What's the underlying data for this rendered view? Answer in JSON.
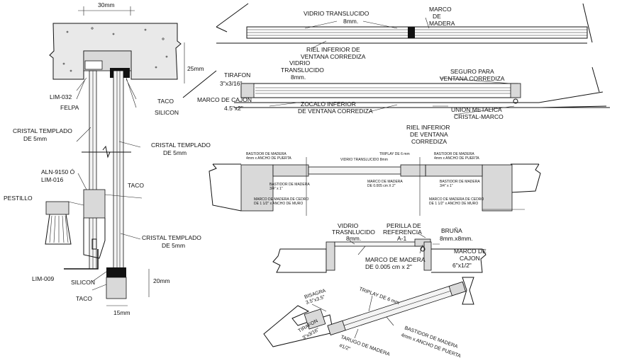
{
  "labels": {
    "dim_30mm": "30mm",
    "dim_25mm": "25mm",
    "dim_20mm": "20mm",
    "dim_15mm": "15mm",
    "lim032": "LIM-032",
    "felpa": "FELPA",
    "taco_top": "TACO",
    "silicon_top": "SILICON",
    "cristal_templado_a_1": "CRISTAL TEMPLADO",
    "cristal_templado_a_2": "DE 5mm",
    "cristal_templado_b_1": "CRISTAL TEMPLADO",
    "cristal_templado_b_2": "DE 5mm",
    "aln_1": "ALN-9150 Ó",
    "aln_2": "LIM-016",
    "pestillo": "PESTILLO",
    "taco_mid": "TACO",
    "cristal_templado_c_1": "CRISTAL TEMPLADO",
    "cristal_templado_c_2": "DE 5mm",
    "lim009": "LIM-009",
    "silicon_bottom": "SILICON",
    "taco_bottom": "TACO",
    "vidrio_translucido_top_1": "VIDRIO TRANSLUCIDO",
    "vidrio_translucido_top_2": "8mm.",
    "marco_madera_1": "MARCO",
    "marco_madera_2": "DE",
    "marco_madera_3": "MADERA",
    "riel_inferior_top_1": "RIEL INFERIOR DE",
    "riel_inferior_top_2": "VENTANA CORREDIZA",
    "vidrio_mid_1": "VIDRIO",
    "vidrio_mid_2": "TRANSLUCIDO",
    "vidrio_mid_3": "8mm.",
    "seguro_1": "SEGURO PARA",
    "seguro_2": "VENTANA CORREDIZA",
    "tirafon_1": "TIRAFON",
    "tirafon_2": "3\"x3/16\"",
    "marco_cajon_1": "MARCO DE CAJON",
    "marco_cajon_2": "4.5\"x2\"",
    "zocalo_1": "ZOCALO INFERIOR",
    "zocalo_2": "DE VENTANA CORREDIZA",
    "union_1": "UNION METALICA",
    "union_2": "CRISTAL-MARCO",
    "riel_mid_1": "RIEL INFERIOR",
    "riel_mid_2": "DE VENTANA",
    "riel_mid_3": "CORREDIZA",
    "door_bastidor_l_1": "BASTIDOR DE MADERA",
    "door_bastidor_l_2": "4mm x ANCHO DE PUERTA",
    "door_vidrio": "VIDRIO TRANSLUCIDO 8mm",
    "door_triplay": "TRIPLAY DE 6 mm",
    "door_bastidor_r_1": "BASTIDOR DE MADERA",
    "door_bastidor_r_2": "4mm x ANCHO DE PUERTA",
    "door_bastidor_ml_1": "BASTIDOR DE MADERA",
    "door_bastidor_ml_2": "3/4\" x 1\"",
    "door_marco_c_1": "MARCO DE MADERA",
    "door_marco_c_2": "DE 0.005 cm X 2\"",
    "door_bastidor_mr_1": "BASTIDOR DE MADERA",
    "door_bastidor_mr_2": "3/4\" x 1\"",
    "door_marco_cedro_l_1": "MARCO DE MADERA DE CEDRO",
    "door_marco_cedro_l_2": "DE 1 1/2\" x ANCHO DE MURO",
    "door_marco_cedro_r_1": "MARCO DE MADERA DE CEDRO",
    "door_marco_cedro_r_2": "DE 1 1/2\" x ANCHO DE MURO",
    "vidrio_low_1": "VIDRIO",
    "vidrio_low_2": "TRASNLUCIDO",
    "vidrio_low_3": "8mm.",
    "perilla_1": "PERILLA DE",
    "perilla_2": "REFERENCIA",
    "perilla_3": "A-1",
    "bruna_1": "BRUÑA",
    "bruna_2": "8mm.x8mm.",
    "marco_madera_low_1": "MARCO DE MADERA",
    "marco_madera_low_2": "DE 0.005 cm x 2\"",
    "marco_cajon_low_1": "MARCO DE",
    "marco_cajon_low_2": "CAJON",
    "marco_cajon_low_3": "6\"x1/2\"",
    "bisagra_1": "BISAGRA",
    "bisagra_2": "3.5\"x3.5\"",
    "triplay_6": "TRIPLAY DE 6 mm",
    "bastidor_bot_1": "BASTIDOR DE MADERA",
    "bastidor_bot_2": "4mm x ANCHO DE PUERTA",
    "tarugo_1": "TARUGO DE MADERA",
    "tarugo_2": "#1/2\"",
    "tirafon_bot_1": "TIRAFON",
    "tirafon_bot_2": "3\"x3/16\""
  }
}
